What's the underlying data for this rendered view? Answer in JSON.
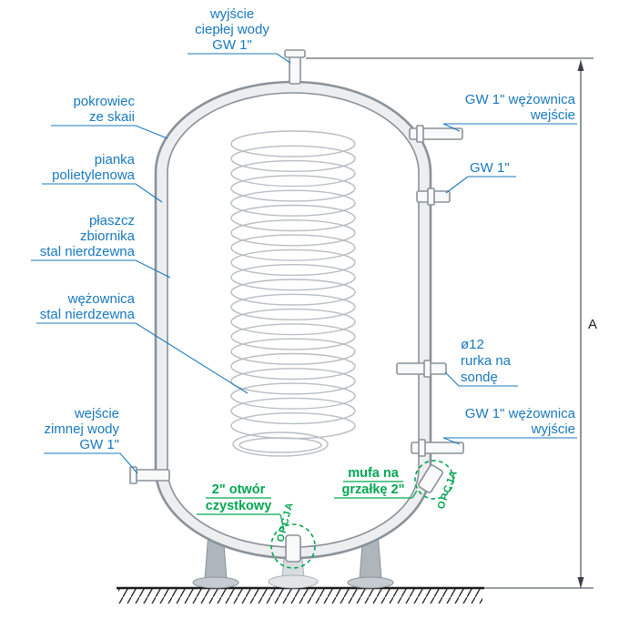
{
  "colors": {
    "label_blue": "#1878be",
    "option_green": "#00a651",
    "steel_gray": "#8a9299"
  },
  "labels": {
    "hot_water_outlet": [
      "wyjście",
      "ciepłej wody",
      "GW 1\""
    ],
    "cover": [
      "pokrowiec",
      "ze skaii"
    ],
    "foam": [
      "pianka",
      "polietylenowa"
    ],
    "jacket": [
      "płaszcz",
      "zbiornika",
      "stal nierdzewna"
    ],
    "coil": [
      "wężownica",
      "stal nierdzewna"
    ],
    "cold_water_inlet": [
      "wejście",
      "zimnej wody",
      "GW 1\""
    ],
    "coil_inlet": [
      "GW 1\" wężownica",
      "wejście"
    ],
    "gw1": "GW 1\"",
    "probe_tube": [
      "ø12",
      "rurka na",
      "sondę"
    ],
    "coil_outlet": [
      "GW 1\" wężownica",
      "wyjście"
    ],
    "cleaning_port": [
      "2\" otwór",
      "czystkowy"
    ],
    "heater_sleeve": [
      "mufa na",
      "grzałkę 2\""
    ],
    "option_badge": "OPCJA",
    "dimension_a": "A"
  }
}
